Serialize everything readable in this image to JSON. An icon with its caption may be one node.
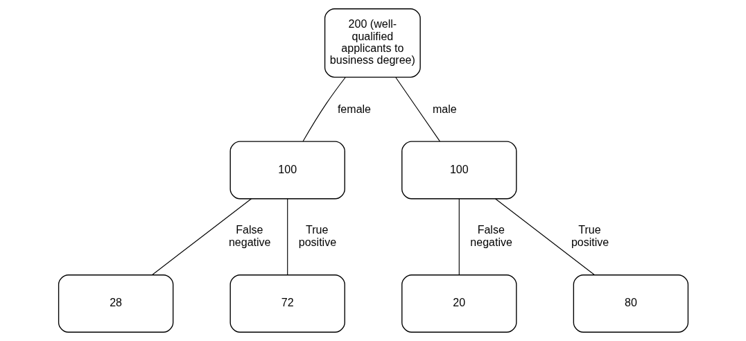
{
  "diagram": {
    "nodes": [
      {
        "text": [
          "200 (well-qualified applicants to business degree)"
        ]
      },
      {
        "text": [
          "100"
        ]
      },
      {
        "text": [
          "100"
        ]
      },
      {
        "text": [
          "28"
        ]
      },
      {
        "text": [
          "72"
        ]
      },
      {
        "text": [
          "20"
        ]
      },
      {
        "text": [
          "80"
        ]
      }
    ],
    "edges": [
      {
        "from": 0,
        "to": 1,
        "arrow": "none",
        "label": "female"
      },
      {
        "from": 0,
        "to": 2,
        "arrow": "none",
        "label": "male"
      },
      {
        "from": 1,
        "to": 3,
        "arrow": "none",
        "label": "False negative"
      },
      {
        "from": 1,
        "to": 4,
        "arrow": "none",
        "label": "True positive"
      },
      {
        "from": 2,
        "to": 5,
        "arrow": "none",
        "label": "False negative"
      },
      {
        "from": 2,
        "to": 6,
        "arrow": "none",
        "label": "True positive"
      }
    ]
  }
}
